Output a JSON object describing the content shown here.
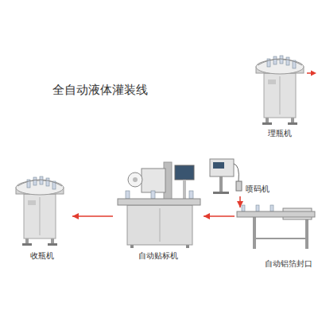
{
  "diagram": {
    "title": "全自动液体灌装线",
    "nodes": [
      {
        "text": [
          "理瓶机"
        ]
      },
      {
        "text": [
          "喷码机"
        ]
      },
      {
        "text": [
          "收瓶机"
        ]
      },
      {
        "text": [
          "自动贴标机"
        ]
      },
      {
        "text": [
          "自动铝箔封口"
        ]
      }
    ],
    "edges": [
      {
        "from": 4,
        "to": 3,
        "arrow": "to"
      },
      {
        "from": 3,
        "to": 2,
        "arrow": "to"
      },
      {
        "from": 1,
        "to": 4,
        "arrow": "to"
      }
    ]
  }
}
